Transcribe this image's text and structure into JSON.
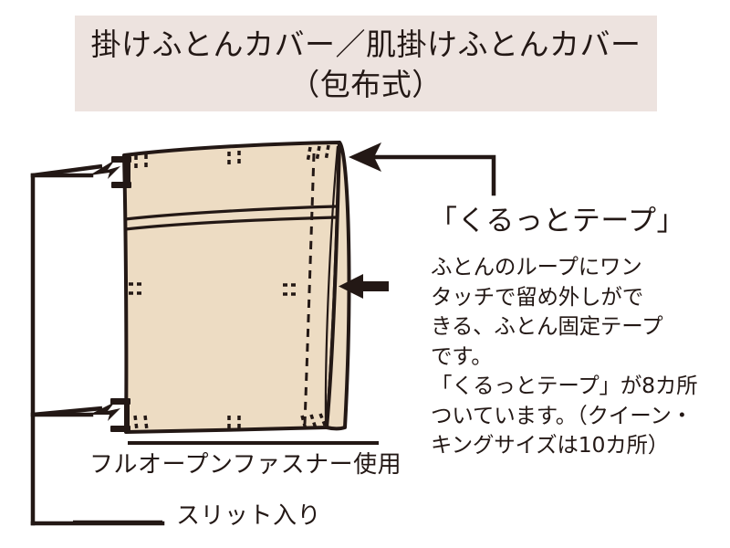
{
  "title": {
    "line1": "掛けふとんカバー／肌掛けふとんカバー",
    "line2": "（包布式）",
    "banner_bg": "#EDE3DF"
  },
  "callouts": {
    "tape_heading": "「くるっとテープ」",
    "tape_body_lines": [
      "ふとんのループにワン",
      "タッチで留め外しがで",
      "きる、ふとん固定テープ",
      "です。",
      "「くるっとテープ」が8カ所",
      "ついています。（クイーン・",
      "キングサイズは10カ所）"
    ],
    "zipper_caption": "フルオープンファスナー使用",
    "slit_caption": "スリット入り"
  },
  "illustration": {
    "fabric_fill": "#EDDCC3",
    "outline_color": "#231815",
    "tape_count_standard": "8カ所",
    "tape_count_queen_king": "10カ所"
  }
}
